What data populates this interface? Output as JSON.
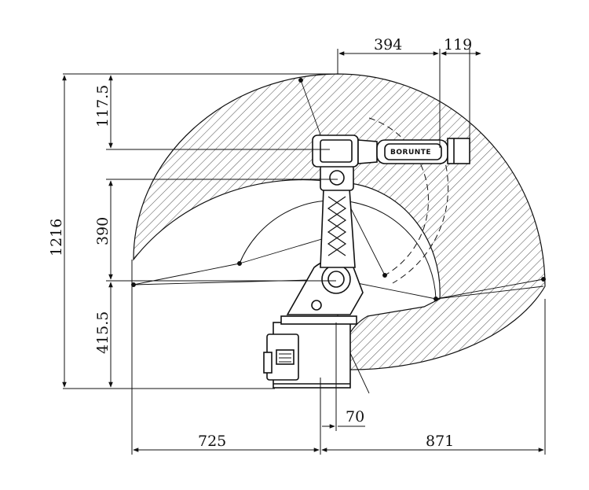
{
  "diagram": {
    "dimensions": {
      "top_394": "394",
      "top_119": "119",
      "left_1216": "1216",
      "left_117_5": "117.5",
      "left_390": "390",
      "left_415_5": "415.5",
      "bottom_70": "70",
      "bottom_725": "725",
      "bottom_871": "871"
    },
    "logo": "BORUNTE"
  }
}
